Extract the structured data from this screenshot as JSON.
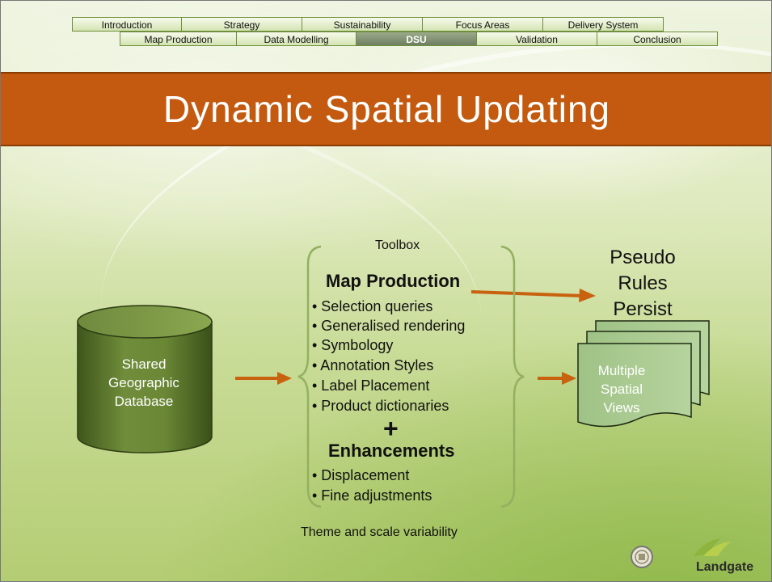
{
  "nav": {
    "row1": [
      "Introduction",
      "Strategy",
      "Sustainability",
      "Focus Areas",
      "Delivery System"
    ],
    "row2": [
      "Map Production",
      "Data Modelling",
      "DSU",
      "Validation",
      "Conclusion"
    ],
    "active": "DSU"
  },
  "title": "Dynamic Spatial Updating",
  "database": {
    "line1": "Shared",
    "line2": "Geographic",
    "line3": "Database"
  },
  "toolbox": {
    "label": "Toolbox",
    "heading": "Map Production",
    "items": [
      "• Selection queries",
      "• Generalised rendering",
      "• Symbology",
      "• Annotation Styles",
      "• Label Placement",
      "• Product dictionaries"
    ],
    "plus": "+",
    "enh_heading": "Enhancements",
    "enh_items": [
      "• Displacement",
      "• Fine adjustments"
    ]
  },
  "pseudo": {
    "line1": "Pseudo",
    "line2": "Rules",
    "line3": "Persist"
  },
  "views": {
    "line1": "Multiple",
    "line2": "Spatial",
    "line3": "Views"
  },
  "caption": "Theme and scale variability",
  "logo": {
    "text": "Landgate"
  },
  "colors": {
    "accent": "#c35a0f",
    "cylinder": "#5e7a2e",
    "docs": "#a8c890"
  }
}
